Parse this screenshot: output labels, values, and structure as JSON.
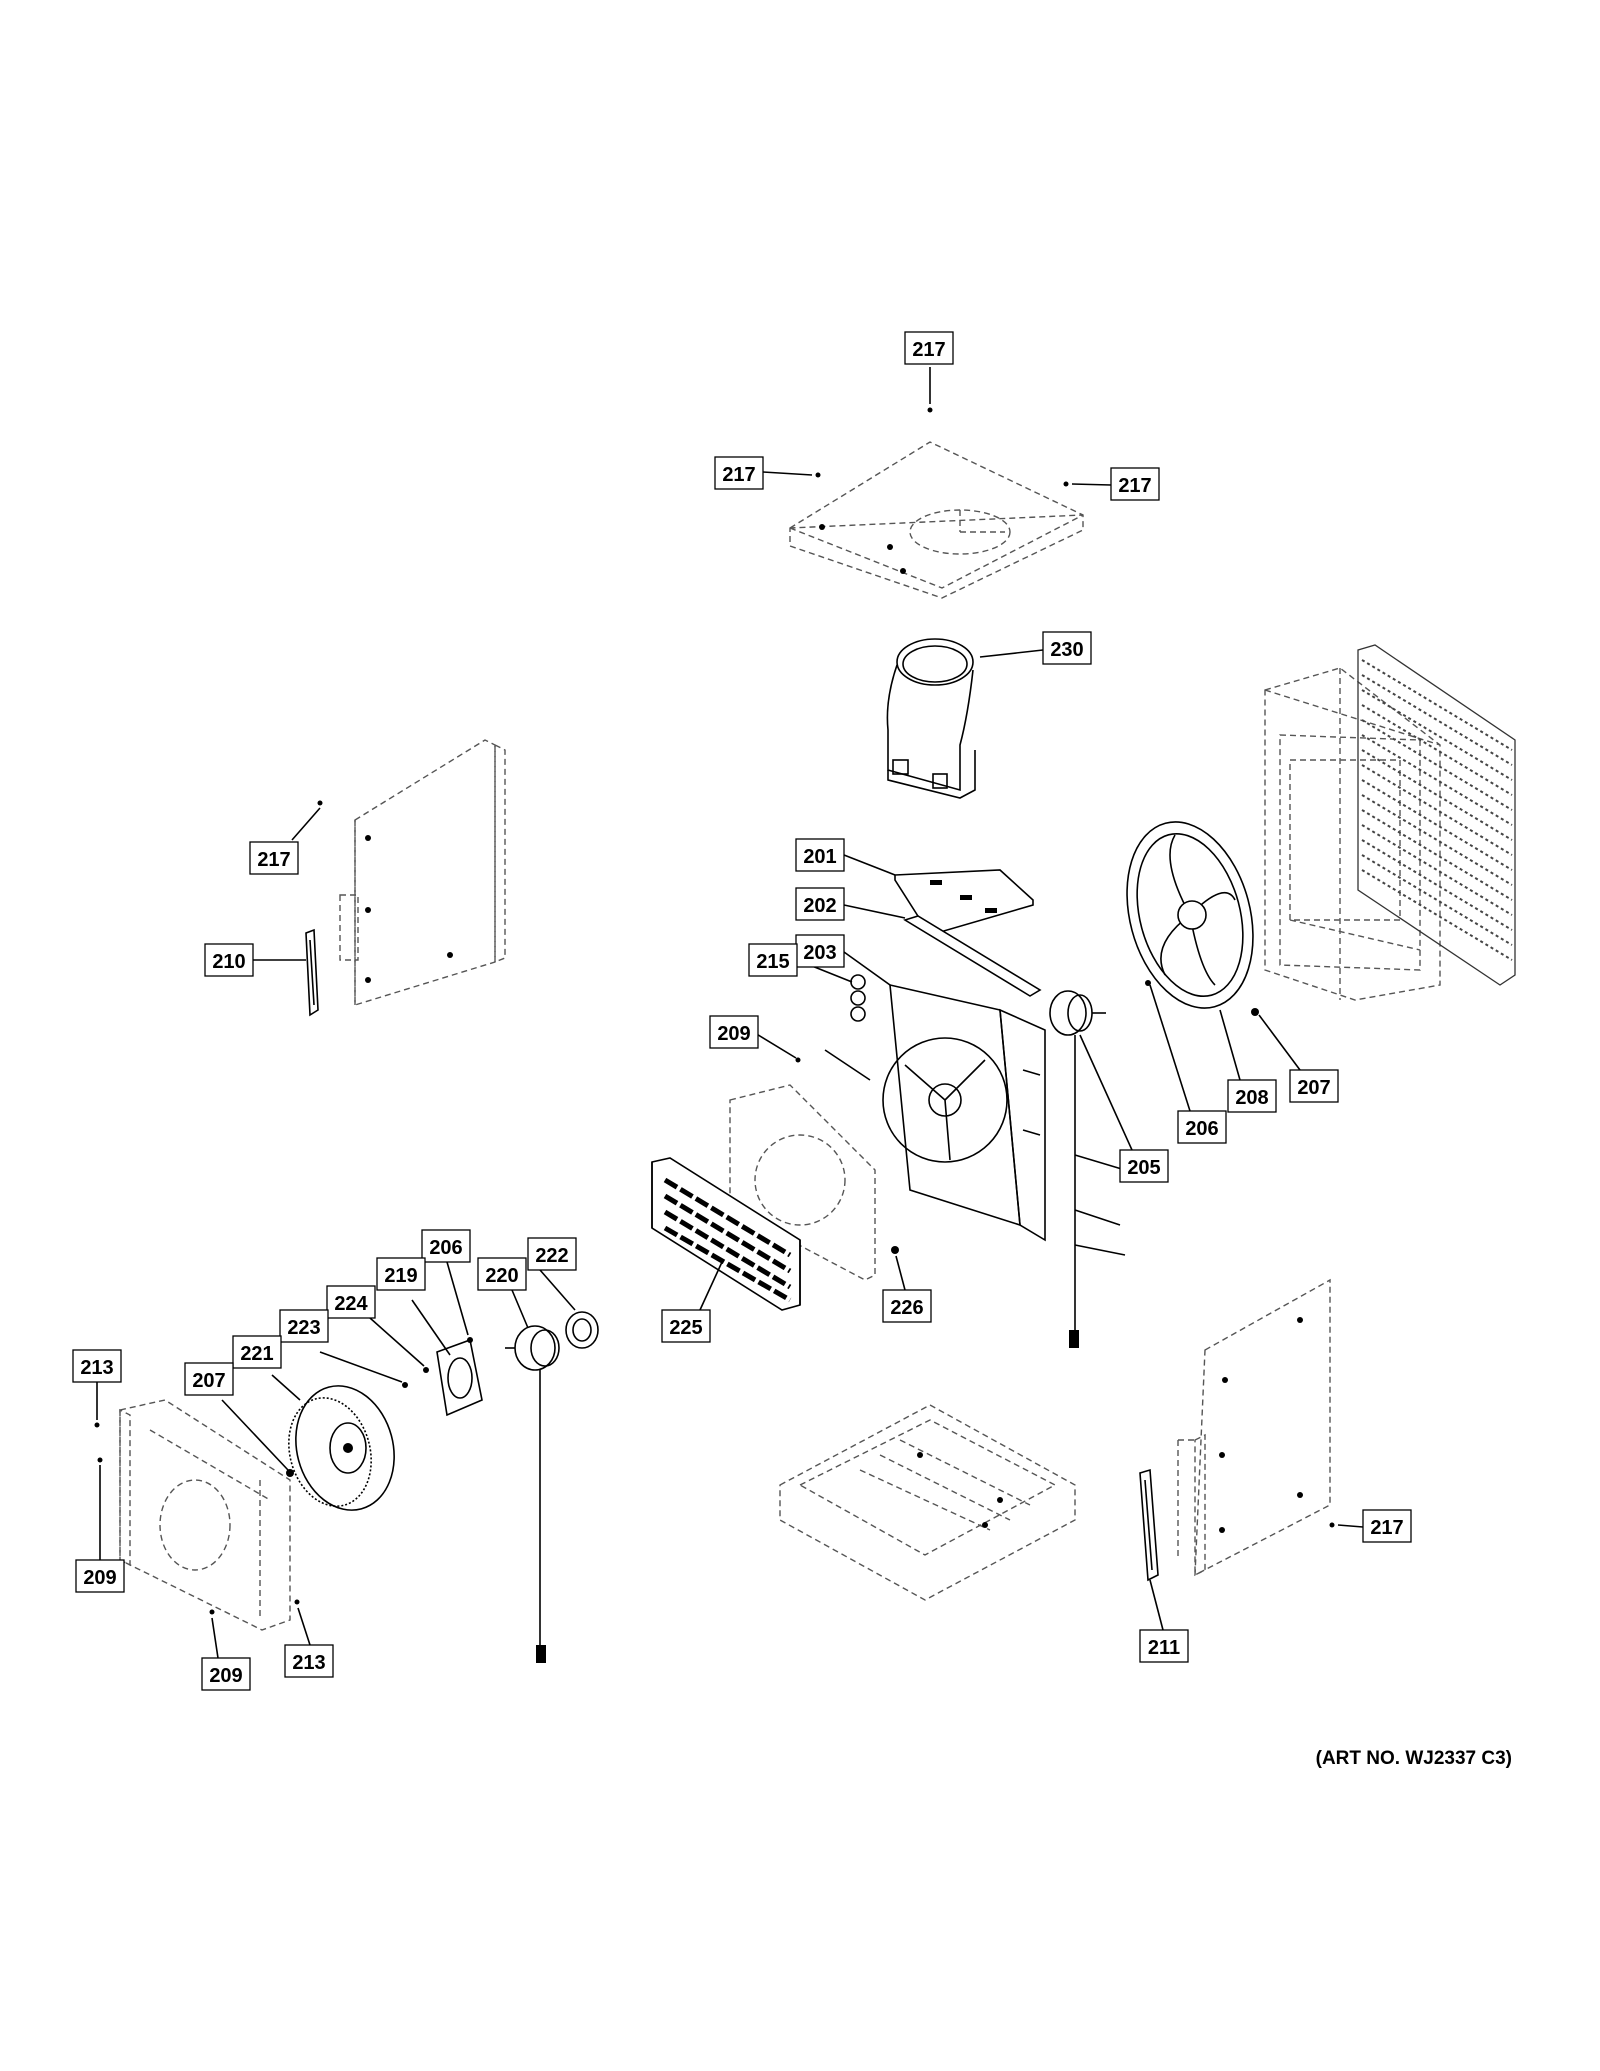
{
  "art_number": "(ART NO. WJ2337 C3)",
  "callouts": {
    "c217_top": "217",
    "c217_left": "217",
    "c217_right": "217",
    "c230": "230",
    "c217_side": "217",
    "c210": "210",
    "c201": "201",
    "c202": "202",
    "c203": "203",
    "c215": "215",
    "c209_mid": "209",
    "c207_right": "207",
    "c208": "208",
    "c206_right": "206",
    "c205": "205",
    "c222": "222",
    "c206_left": "206",
    "c220": "220",
    "c219": "219",
    "c224": "224",
    "c223": "223",
    "c221": "221",
    "c207_left": "207",
    "c213_top": "213",
    "c225": "225",
    "c226": "226",
    "c209_left": "209",
    "c209_bottom": "209",
    "c213_bottom": "213",
    "c217_bottom": "217",
    "c211": "211"
  }
}
